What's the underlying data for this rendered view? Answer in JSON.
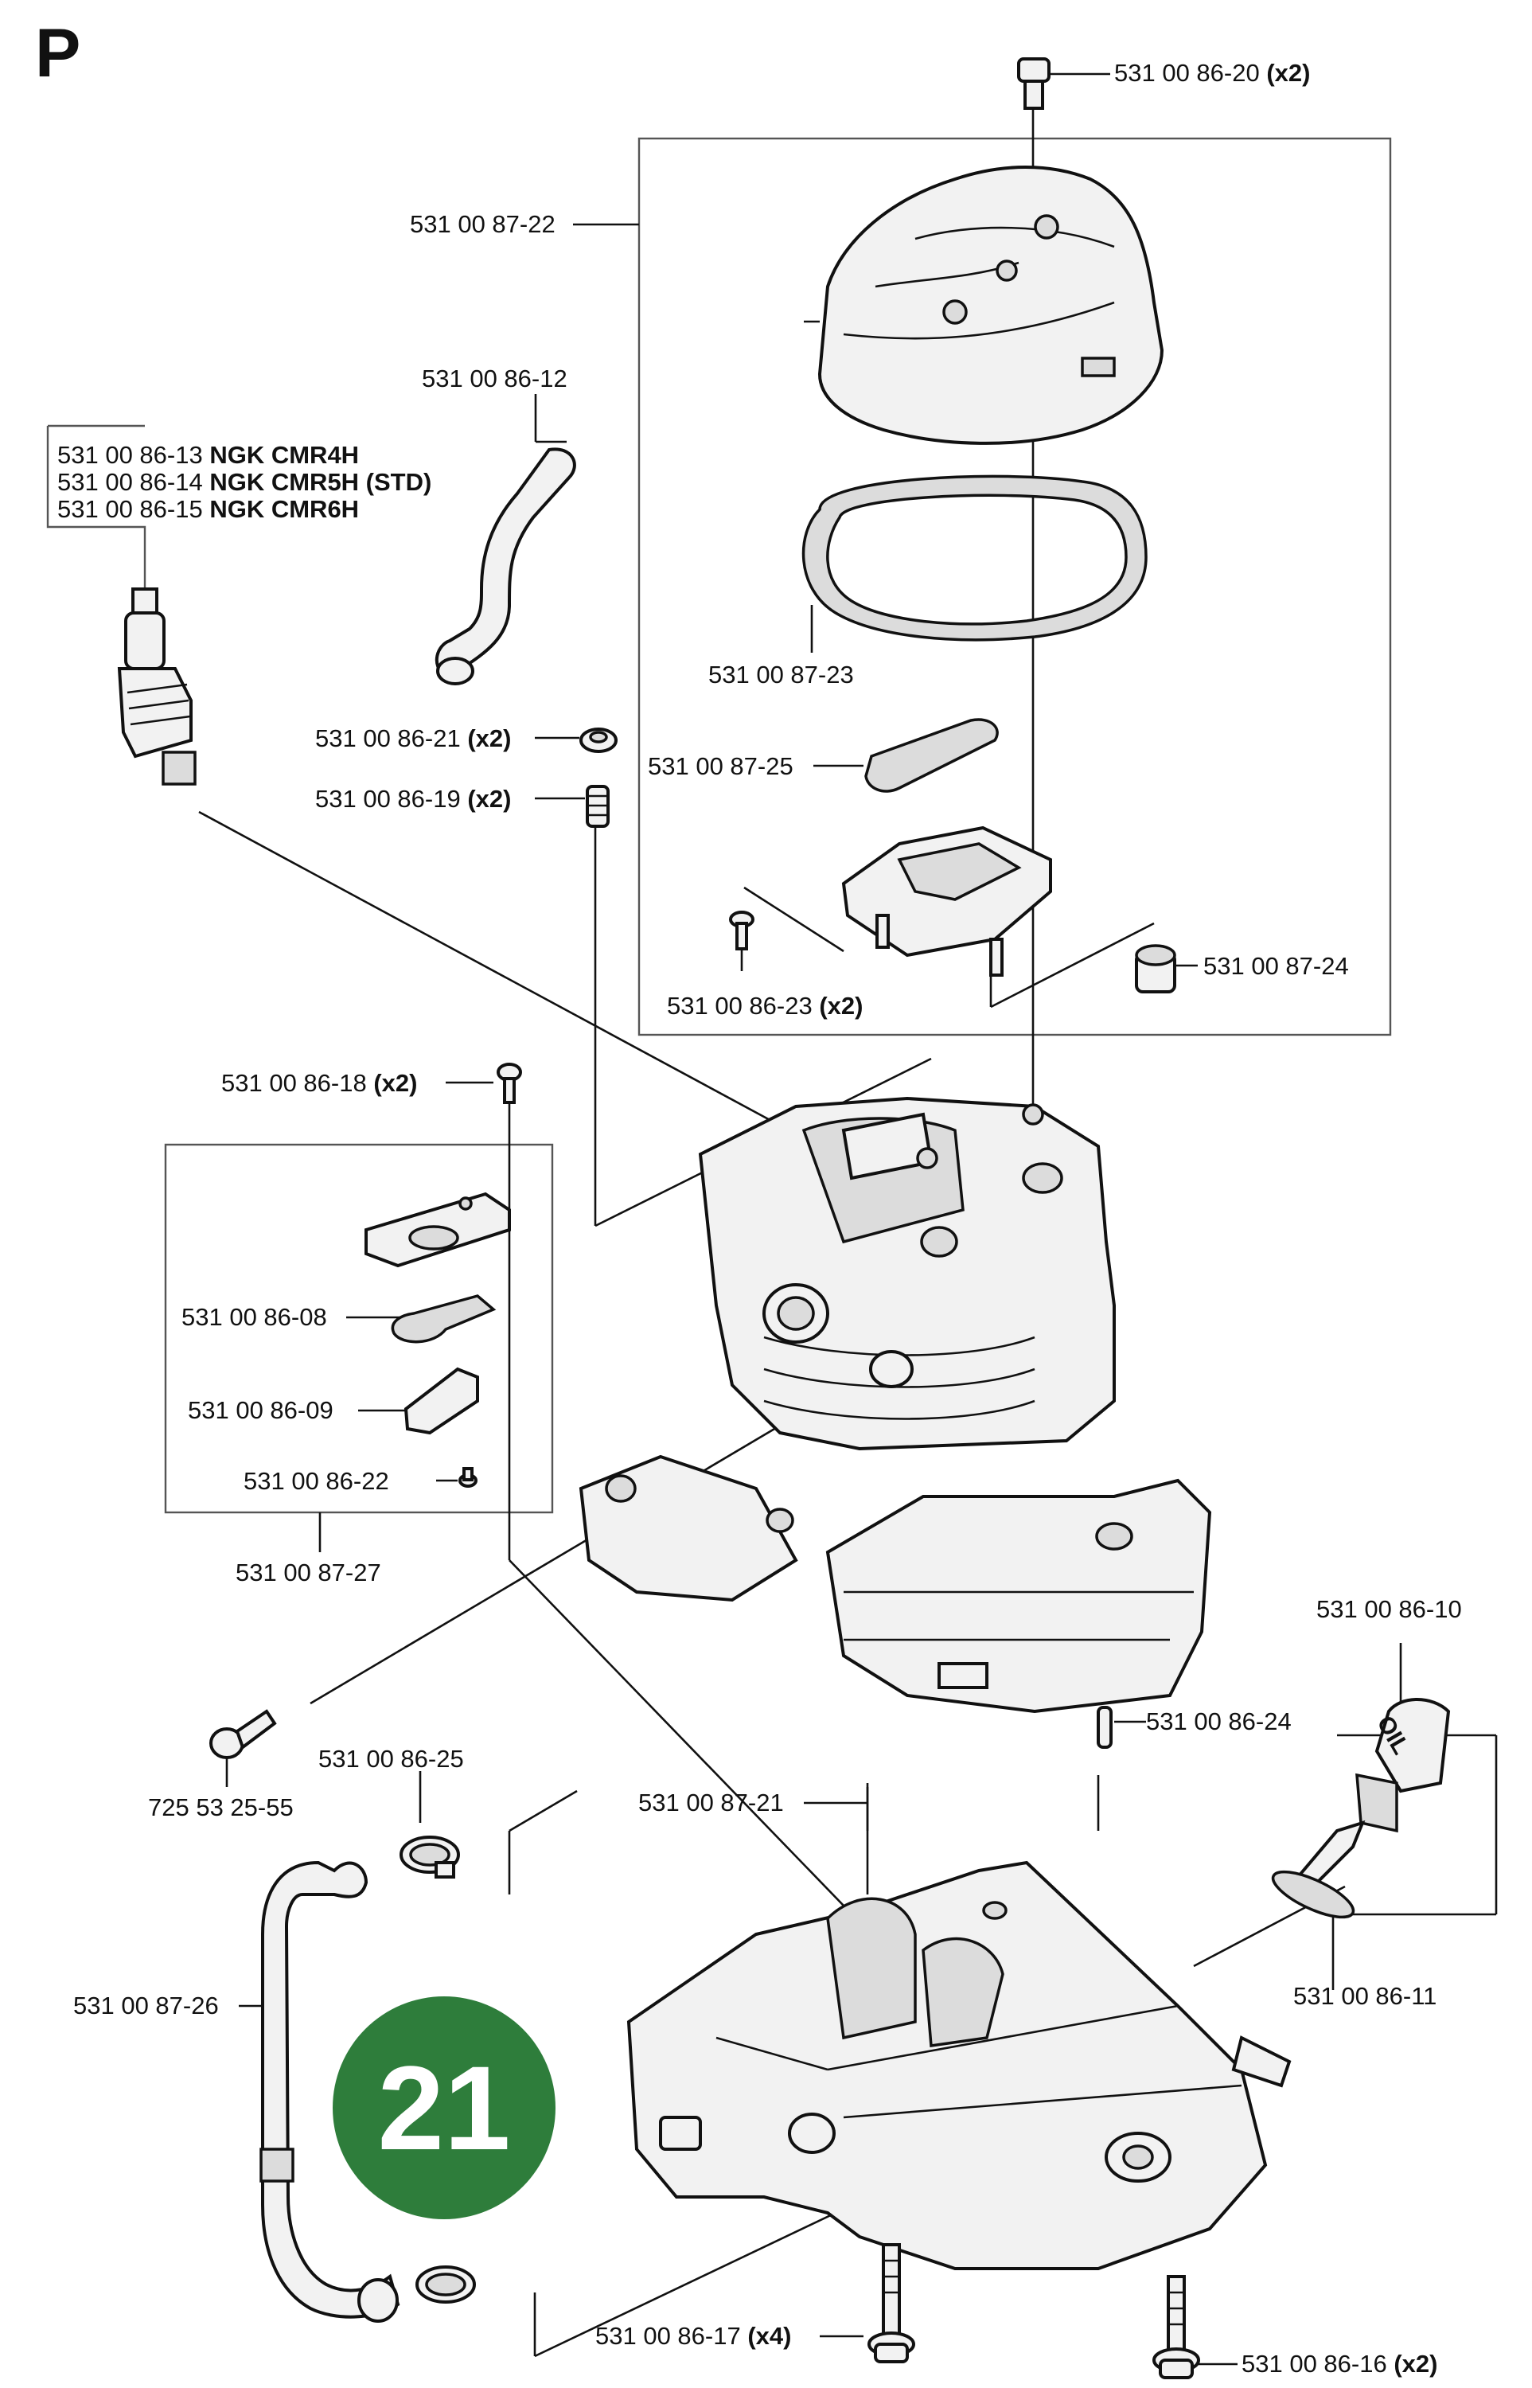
{
  "section_letter": "P",
  "page_badge": "21",
  "badge_color": "#2e7d3b",
  "labels": {
    "screw_top": {
      "part": "531 00 86-20",
      "qty": "(x2)"
    },
    "cylinder_cover": {
      "part": "531 00 87-22",
      "qty": ""
    },
    "hose_small": {
      "part": "531 00 86-12",
      "qty": ""
    },
    "spark_plug_1": {
      "part": "531 00 86-13",
      "qty": "NGK CMR4H"
    },
    "spark_plug_2": {
      "part": "531 00 86-14",
      "qty": "NGK CMR5H (STD)"
    },
    "spark_plug_3": {
      "part": "531 00 86-15",
      "qty": "NGK CMR6H"
    },
    "gasket_cover": {
      "part": "531 00 87-23",
      "qty": ""
    },
    "nut": {
      "part": "531 00 86-21",
      "qty": "(x2)"
    },
    "filter_pad": {
      "part": "531 00 87-25",
      "qty": ""
    },
    "stud": {
      "part": "531 00 86-19",
      "qty": "(x2)"
    },
    "screw_breather": {
      "part": "531 00 86-23",
      "qty": "(x2)"
    },
    "bushing": {
      "part": "531 00 87-24",
      "qty": ""
    },
    "screw_valve": {
      "part": "531 00 86-18",
      "qty": "(x2)"
    },
    "plate": {
      "part": "531 00 86-08",
      "qty": ""
    },
    "valve": {
      "part": "531 00 86-09",
      "qty": ""
    },
    "screw_small": {
      "part": "531 00 86-22",
      "qty": ""
    },
    "valve_kit": {
      "part": "531 00 87-27",
      "qty": ""
    },
    "oil_cap": {
      "part": "531 00 86-10",
      "qty": ""
    },
    "pin": {
      "part": "531 00 86-24",
      "qty": ""
    },
    "screw_side": {
      "part": "725 53 25-55",
      "qty": ""
    },
    "clamp": {
      "part": "531 00 86-25",
      "qty": ""
    },
    "crankcase": {
      "part": "531 00 87-21",
      "qty": ""
    },
    "oring": {
      "part": "531 00 86-11",
      "qty": ""
    },
    "hose_long": {
      "part": "531 00 87-26",
      "qty": ""
    },
    "bolt_bottom_left": {
      "part": "531 00 86-17",
      "qty": "(x4)"
    },
    "bolt_bottom_right": {
      "part": "531 00 86-16",
      "qty": "(x2)"
    }
  },
  "oil_cap_text": "OIL"
}
